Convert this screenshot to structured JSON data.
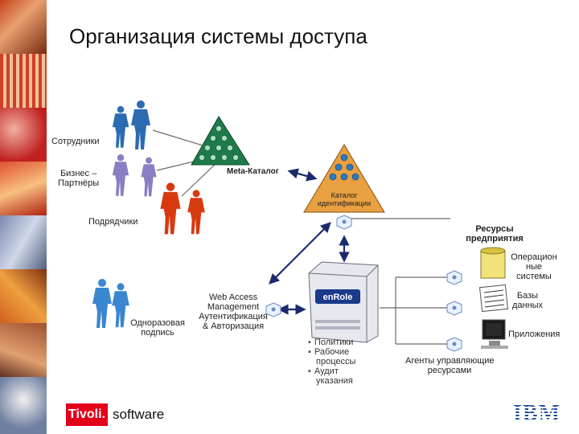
{
  "slide": {
    "title": "Организация системы доступа"
  },
  "groups": {
    "employees": "Сотрудники",
    "partners": "Бизнес –\nПартнёры",
    "contractors": "Подрядчики"
  },
  "nodes": {
    "meta_catalog": "Meta-Каталог",
    "id_catalog_line1": "Каталог",
    "id_catalog_line2": "идентификации",
    "resources_line1": "Ресурсы",
    "resources_line2": "предприятия",
    "os": "Операцион\nные\nсистемы",
    "db": "Базы\nданных",
    "apps": "Приложения",
    "sso": "Одноразовая\nподпись",
    "wam": "Web Access\nManagement\nАутентификация\n& Авторизация",
    "agents": "Агенты управляющие\nресурсами",
    "server_badge": "enRole"
  },
  "bullets": {
    "b1": "Политики",
    "b2": "Рабочие",
    "b2b": "процессы",
    "b3": "Аудит",
    "b3b": "указания"
  },
  "branding": {
    "tivoli": "Tivoli.",
    "software": "software",
    "ibm": "IBM"
  },
  "colors": {
    "people_blue": "#2b6cb0",
    "people_red": "#d83a10",
    "people_purple": "#8a7fc2",
    "meta_green": "#1f7a4a",
    "id_orange": "#e8a040",
    "arrow_navy": "#1a2a6c",
    "brand_red": "#e2001a",
    "ibm_blue": "#1f4d9a"
  }
}
